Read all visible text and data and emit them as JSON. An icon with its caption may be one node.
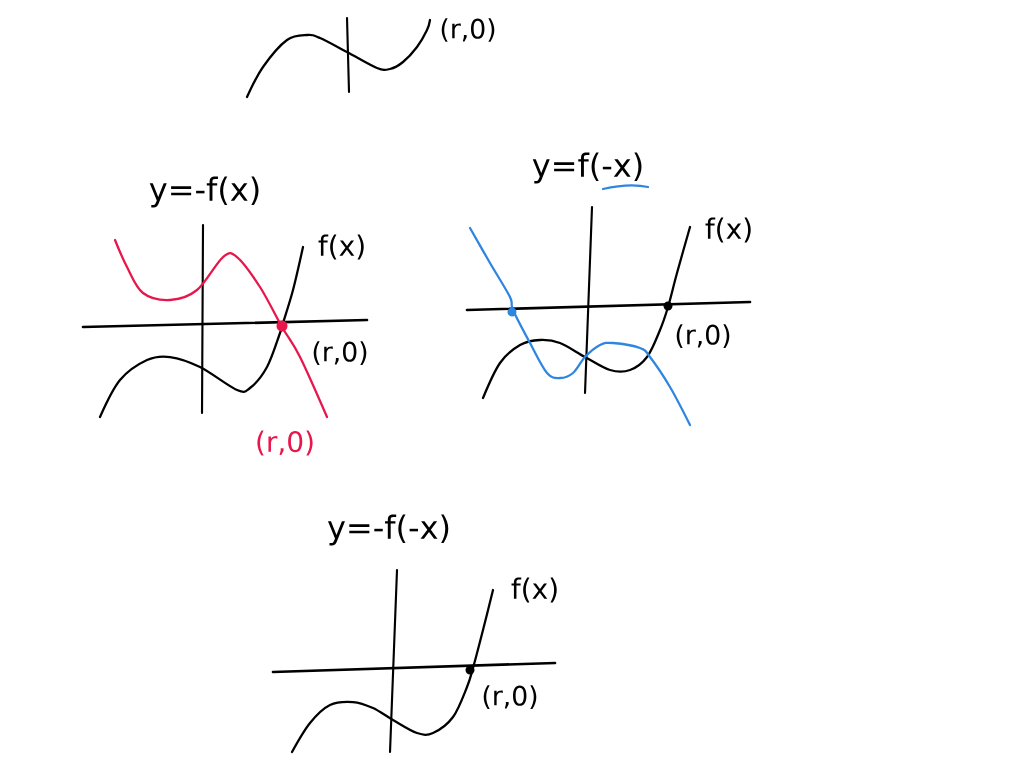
{
  "diagram": {
    "labels": [
      "(r,0)",
      "y=-f(x)",
      "y=f(-x)",
      "f(x)",
      "f(x)",
      "(r,0)",
      "(r,0)",
      "(r,0)",
      "y=-f(-x)",
      "f(x)",
      "(r,0)"
    ]
  }
}
